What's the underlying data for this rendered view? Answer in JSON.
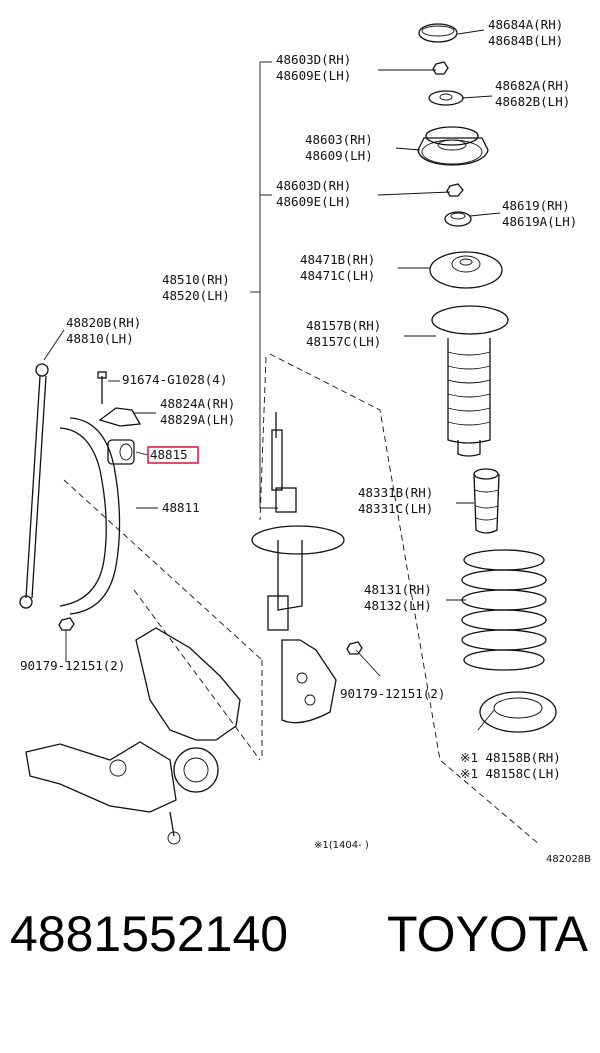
{
  "labels": {
    "l48684": [
      "48684A(RH)",
      "48684B(LH)"
    ],
    "l48603d_top": [
      "48603D(RH)",
      "48609E(LH)"
    ],
    "l48682": [
      "48682A(RH)",
      "48682B(LH)"
    ],
    "l48603": [
      "48603(RH)",
      "48609(LH)"
    ],
    "l48603d_mid": [
      "48603D(RH)",
      "48609E(LH)"
    ],
    "l48619": [
      "48619(RH)",
      "48619A(LH)"
    ],
    "l48471": [
      "48471B(RH)",
      "48471C(LH)"
    ],
    "l48510": [
      "48510(RH)",
      "48520(LH)"
    ],
    "l48820": [
      "48820B(RH)",
      "48810(LH)"
    ],
    "l48157": [
      "48157B(RH)",
      "48157C(LH)"
    ],
    "l91674": "91674-G1028(4)",
    "l48824": [
      "48824A(RH)",
      "48829A(LH)"
    ],
    "l48815": "48815",
    "l48331": [
      "48331B(RH)",
      "48331C(LH)"
    ],
    "l48811": "48811",
    "l48131": [
      "48131(RH)",
      "48132(LH)"
    ],
    "l90179_left": "90179-12151(2)",
    "l90179_right": "90179-12151(2)",
    "l48158": [
      "※1 48158B(RH)",
      "※1 48158C(LH)"
    ],
    "note": "※1(1404-    )",
    "diagram_code": "482028B"
  },
  "footer": {
    "part_number": "4881552140",
    "brand": "TOYOTA"
  },
  "colors": {
    "highlight": "#d7002a"
  }
}
